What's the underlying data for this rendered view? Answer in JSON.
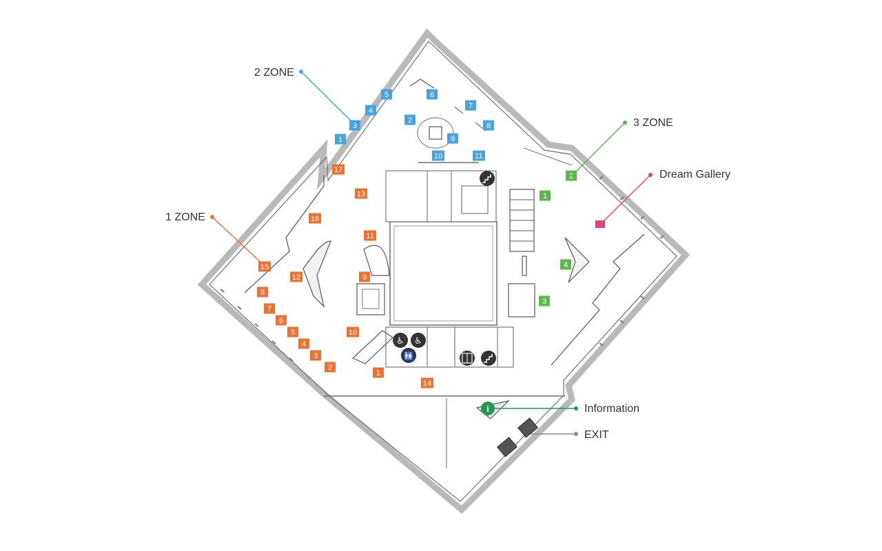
{
  "colors": {
    "zone1": "#ec7234",
    "zone2": "#4aa3de",
    "zone3": "#5db64e",
    "dream_gallery": "#e0457f",
    "information": "#1f9a4f",
    "exit": "#8a8a8a",
    "wall": "#bdbdbd",
    "line": "#6b6b6b"
  },
  "callouts": {
    "zone1": "1 ZONE",
    "zone2": "2 ZONE",
    "zone3": "3 ZONE",
    "dream_gallery": "Dream Gallery",
    "information": "Information",
    "exit": "EXIT"
  },
  "zone1_markers": [
    "1",
    "2",
    "3",
    "4",
    "5",
    "6",
    "7",
    "8",
    "9",
    "10",
    "11",
    "12",
    "13",
    "14",
    "15",
    "16",
    "17"
  ],
  "zone2_markers": [
    "1",
    "2",
    "3",
    "4",
    "5",
    "6",
    "7",
    "8",
    "9",
    "10",
    "11"
  ],
  "zone3_markers": [
    "1",
    "2",
    "3",
    "4"
  ],
  "icons": {
    "information": "information-icon",
    "wheelchair": "wheelchair-icon",
    "restroom": "restroom-icon",
    "elevator": "elevator-icon",
    "stairs": "stairs-icon"
  }
}
